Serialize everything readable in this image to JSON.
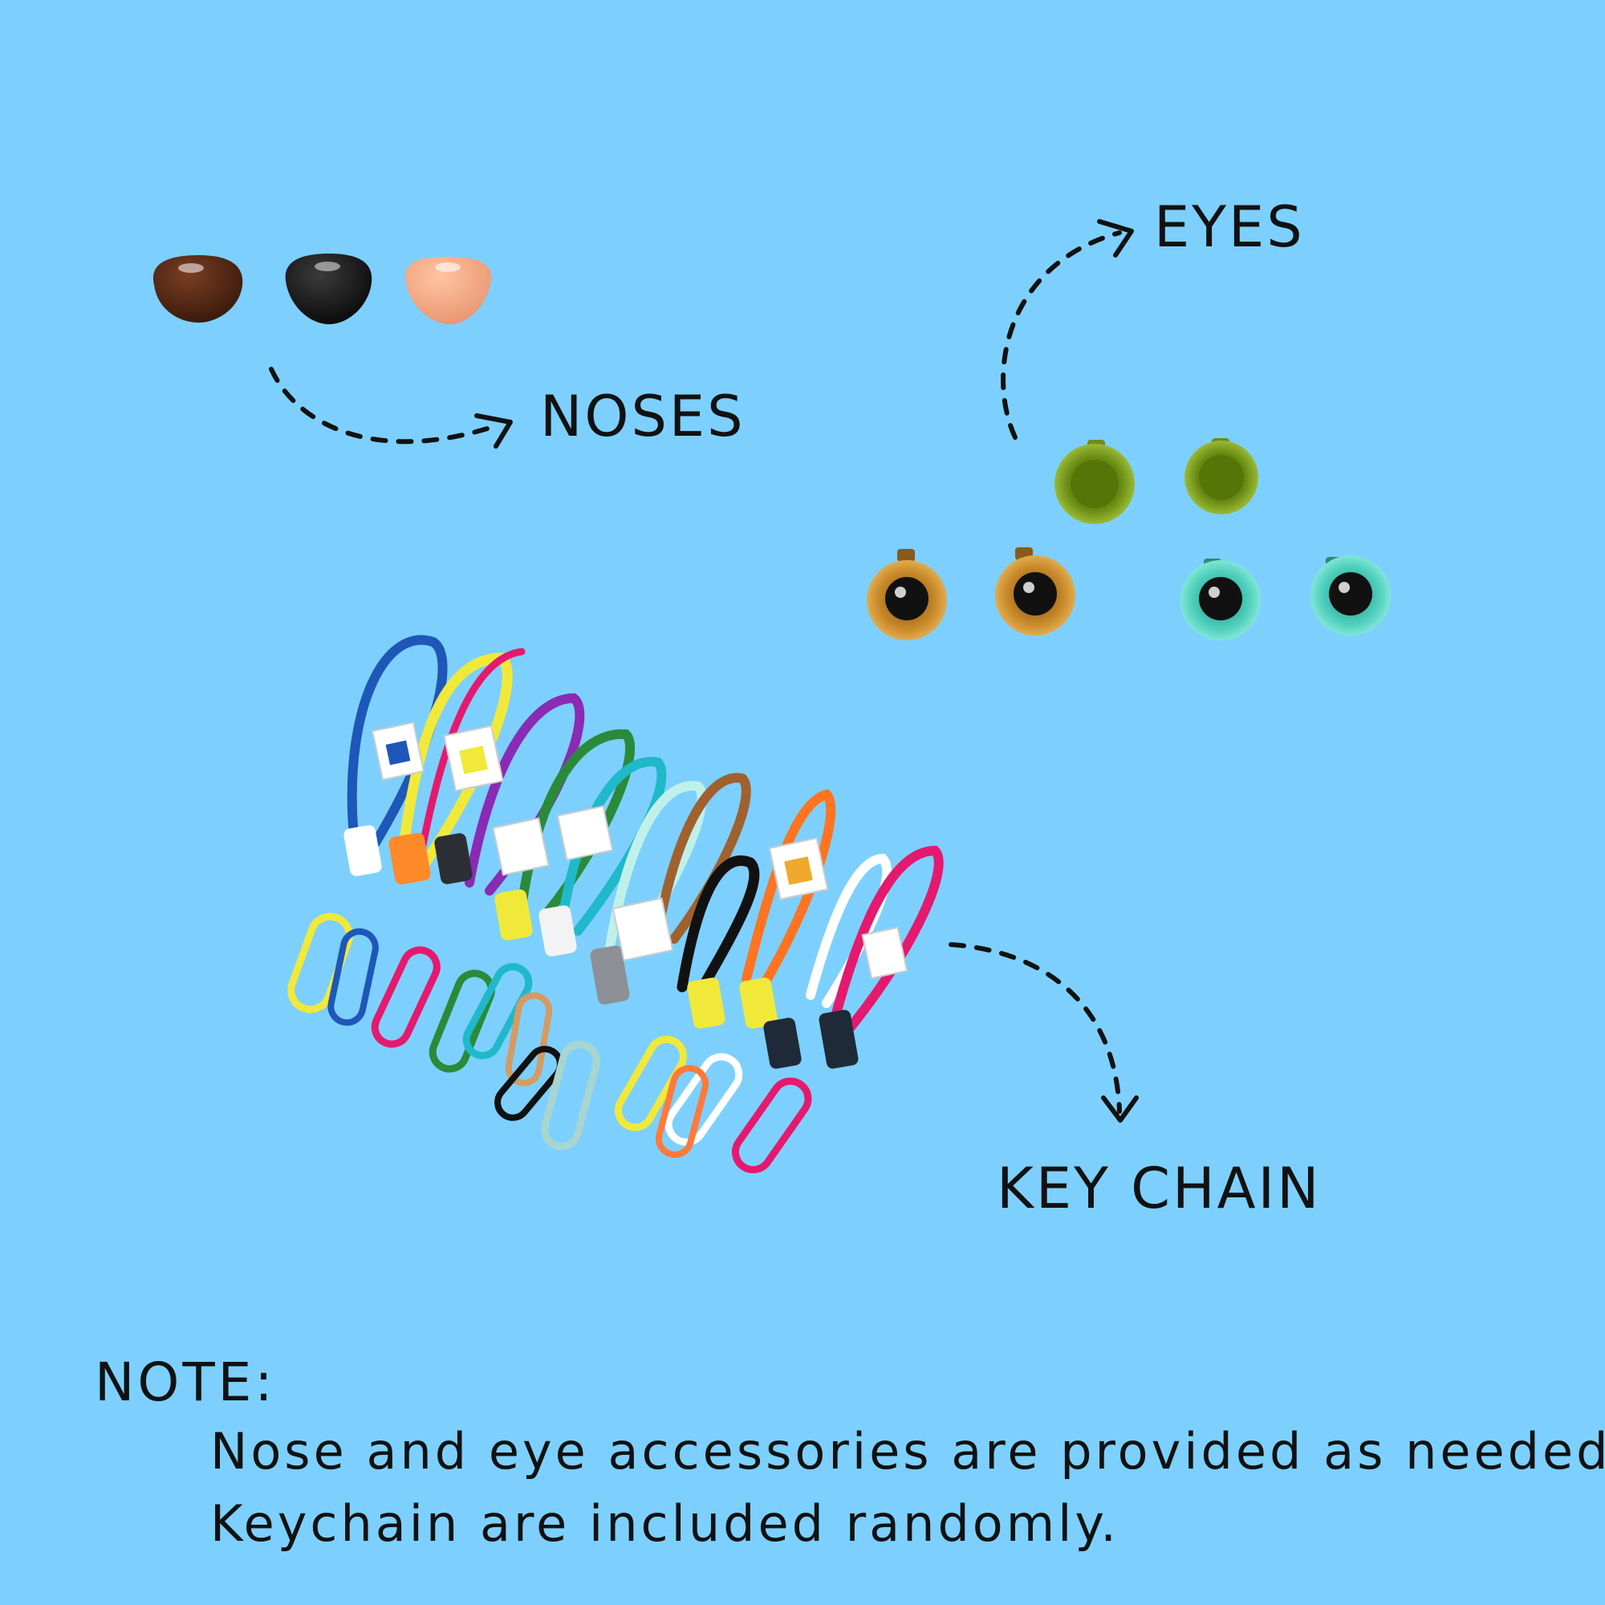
{
  "labels": {
    "noses": "NOSES",
    "eyes": "EYES",
    "key_chain": "KEY CHAIN"
  },
  "note": {
    "heading": "NOTE:",
    "lines": [
      "Nose and eye accessories are provided as needed.",
      "Keychain are included randomly."
    ]
  },
  "colors": {
    "background": "#7dd0fd",
    "text": "#111111",
    "nose_brown": "#4a2414",
    "nose_black": "#151515",
    "nose_peach": "#f6ab86",
    "eye_green": "#a8c83a",
    "eye_amber": "#c98a2a",
    "eye_aqua": "#6fe0cf"
  },
  "icons": {
    "arrow_noses": "dashed-curved-arrow-right",
    "arrow_eyes": "dashed-curved-arrow-up-right",
    "arrow_key_chain": "dashed-curved-arrow-down"
  }
}
